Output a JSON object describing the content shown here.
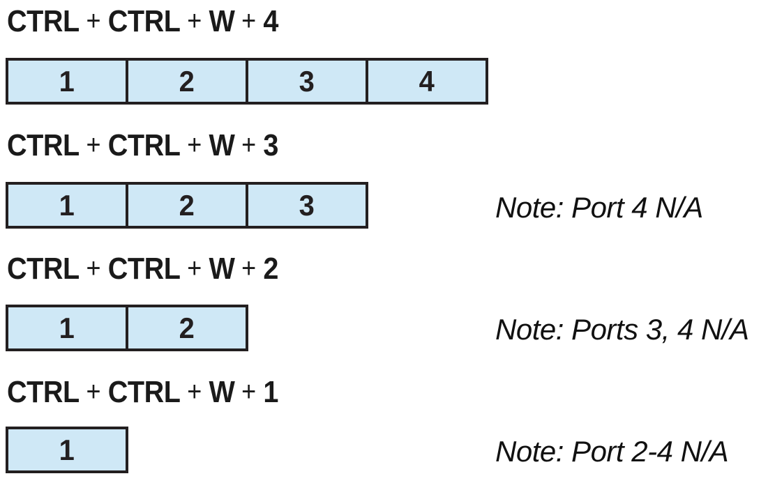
{
  "colors": {
    "page_bg": "#ffffff",
    "cell_fill": "#cfe8f6",
    "cell_border": "#231f20",
    "title_text": "#1a1a1a",
    "note_text": "#111111"
  },
  "sections": [
    {
      "shortcut_tokens": [
        "CTRL",
        "+",
        "CTRL",
        "+",
        "W",
        "+",
        "4"
      ],
      "ports": [
        "1",
        "2",
        "3",
        "4"
      ]
    },
    {
      "shortcut_tokens": [
        "CTRL",
        "+",
        "CTRL",
        "+",
        "W",
        "+",
        "3"
      ],
      "ports": [
        "1",
        "2",
        "3"
      ],
      "note": "Note: Port 4 N/A"
    },
    {
      "shortcut_tokens": [
        "CTRL",
        "+",
        "CTRL",
        "+",
        "W",
        "+",
        "2"
      ],
      "ports": [
        "1",
        "2"
      ],
      "note": "Note: Ports 3, 4 N/A"
    },
    {
      "shortcut_tokens": [
        "CTRL",
        "+",
        "CTRL",
        "+",
        "W",
        "+",
        "1"
      ],
      "ports": [
        "1"
      ],
      "note": "Note: Port 2-4 N/A"
    }
  ]
}
